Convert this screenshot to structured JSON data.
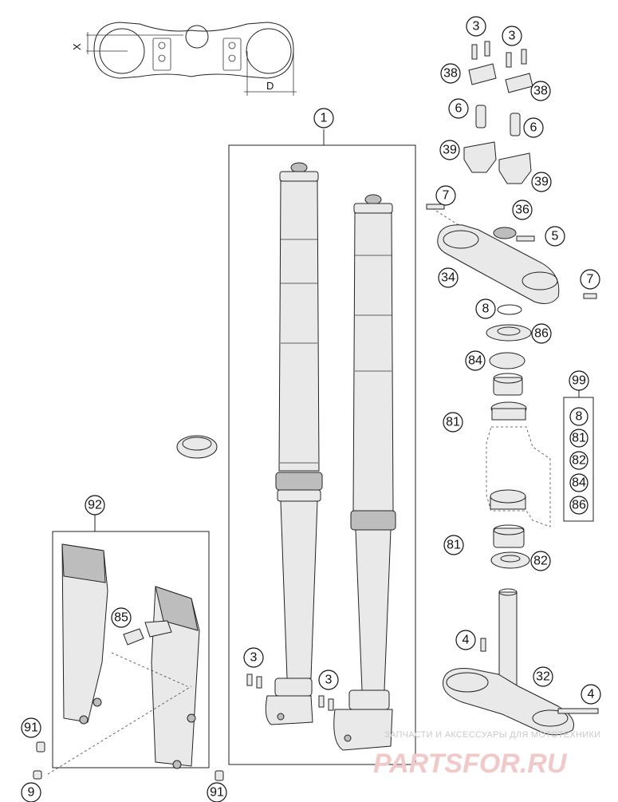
{
  "callouts": {
    "c1": "1",
    "c3a": "3",
    "c3b": "3",
    "c38a": "38",
    "c38b": "38",
    "c6a": "6",
    "c6b": "6",
    "c39a": "39",
    "c39b": "39",
    "c7a": "7",
    "c36": "36",
    "c5": "5",
    "c34": "34",
    "c7b": "7",
    "c8": "8",
    "c86": "86",
    "c84": "84",
    "c81a": "81",
    "c81b": "81",
    "c82": "82",
    "c92": "92",
    "c85": "85",
    "c91a": "91",
    "c91b": "91",
    "c9": "9",
    "c3c": "3",
    "c3d": "3",
    "c4a": "4",
    "c32": "32",
    "c4b": "4"
  },
  "kit": {
    "number": "99",
    "items": [
      "8",
      "81",
      "82",
      "84",
      "86"
    ]
  },
  "dimensions": {
    "x_label": "X",
    "d_label": "D"
  },
  "watermark": {
    "tagline": "ЗАПЧАСТИ И АКСЕССУАРЫ ДЛЯ МОТОТЕХНИКИ",
    "brand": "PARTSFOR.RU"
  }
}
